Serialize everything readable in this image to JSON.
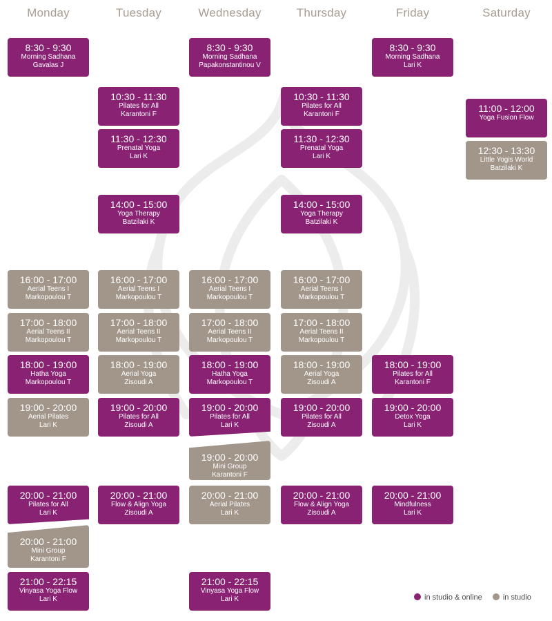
{
  "days": [
    "Monday",
    "Tuesday",
    "Wednesday",
    "Thursday",
    "Friday",
    "Saturday"
  ],
  "classes": [
    {
      "day": 0,
      "row": "r830",
      "time": "8:30 - 9:30",
      "name": "Morning Sadhana",
      "instructor": "Gavalas J",
      "mode": "studio_online"
    },
    {
      "day": 2,
      "row": "r830",
      "time": "8:30 - 9:30",
      "name": "Morning Sadhana",
      "instructor": "Papakonstantinou V",
      "mode": "studio_online"
    },
    {
      "day": 4,
      "row": "r830",
      "time": "8:30 - 9:30",
      "name": "Morning Sadhana",
      "instructor": "Lari K",
      "mode": "studio_online"
    },
    {
      "day": 1,
      "row": "r1030",
      "time": "10:30 - 11:30",
      "name": "Pilates for All",
      "instructor": "Karantoni F",
      "mode": "studio_online"
    },
    {
      "day": 3,
      "row": "r1030",
      "time": "10:30 - 11:30",
      "name": "Pilates for All",
      "instructor": "Karantoni F",
      "mode": "studio_online"
    },
    {
      "day": 5,
      "row": "r1100",
      "time": "11:00 - 12:00",
      "name": "Yoga Fusion Flow",
      "instructor": "",
      "mode": "studio_online"
    },
    {
      "day": 1,
      "row": "r1130",
      "time": "11:30 - 12:30",
      "name": "Prenatal Yoga",
      "instructor": "Lari K",
      "mode": "studio_online"
    },
    {
      "day": 3,
      "row": "r1130",
      "time": "11:30 - 12:30",
      "name": "Prenatal Yoga",
      "instructor": "Lari K",
      "mode": "studio_online"
    },
    {
      "day": 5,
      "row": "r1230",
      "time": "12:30 - 13:30",
      "name": "Little Yogis World",
      "instructor": "Batzilaki K",
      "mode": "studio"
    },
    {
      "day": 1,
      "row": "r1400",
      "time": "14:00 - 15:00",
      "name": "Yoga Therapy",
      "instructor": "Batzilaki K",
      "mode": "studio_online"
    },
    {
      "day": 3,
      "row": "r1400",
      "time": "14:00 - 15:00",
      "name": "Yoga Therapy",
      "instructor": "Batzilaki K",
      "mode": "studio_online"
    },
    {
      "day": 0,
      "row": "r1600",
      "time": "16:00 - 17:00",
      "name": "Aerial Teens I",
      "instructor": "Markopoulou T",
      "mode": "studio"
    },
    {
      "day": 1,
      "row": "r1600",
      "time": "16:00 - 17:00",
      "name": "Aerial Teens I",
      "instructor": "Markopoulou T",
      "mode": "studio"
    },
    {
      "day": 2,
      "row": "r1600",
      "time": "16:00 - 17:00",
      "name": "Aerial Teens I",
      "instructor": "Markopoulou T",
      "mode": "studio"
    },
    {
      "day": 3,
      "row": "r1600",
      "time": "16:00 - 17:00",
      "name": "Aerial Teens I",
      "instructor": "Markopoulou T",
      "mode": "studio"
    },
    {
      "day": 0,
      "row": "r1700",
      "time": "17:00 - 18:00",
      "name": "Aerial Teens II",
      "instructor": "Markopoulou T",
      "mode": "studio"
    },
    {
      "day": 1,
      "row": "r1700",
      "time": "17:00 - 18:00",
      "name": "Aerial Teens II",
      "instructor": "Markopoulou T",
      "mode": "studio"
    },
    {
      "day": 2,
      "row": "r1700",
      "time": "17:00 - 18:00",
      "name": "Aerial Teens II",
      "instructor": "Markopoulou T",
      "mode": "studio"
    },
    {
      "day": 3,
      "row": "r1700",
      "time": "17:00 - 18:00",
      "name": "Aerial Teens II",
      "instructor": "Markopoulou T",
      "mode": "studio"
    },
    {
      "day": 0,
      "row": "r1800",
      "time": "18:00 - 19:00",
      "name": "Hatha Yoga",
      "instructor": "Markopoulou T",
      "mode": "studio_online"
    },
    {
      "day": 1,
      "row": "r1800",
      "time": "18:00 - 19:00",
      "name": "Aerial Yoga",
      "instructor": "Zisoudi A",
      "mode": "studio"
    },
    {
      "day": 2,
      "row": "r1800",
      "time": "18:00 - 19:00",
      "name": "Hatha Yoga",
      "instructor": "Markopoulou T",
      "mode": "studio_online"
    },
    {
      "day": 3,
      "row": "r1800",
      "time": "18:00 - 19:00",
      "name": "Aerial Yoga",
      "instructor": "Zisoudi A",
      "mode": "studio"
    },
    {
      "day": 4,
      "row": "r1800",
      "time": "18:00 - 19:00",
      "name": "Pilates for All",
      "instructor": "Karantoni F",
      "mode": "studio_online"
    },
    {
      "day": 0,
      "row": "r1900",
      "time": "19:00 - 20:00",
      "name": "Aerial Pilates",
      "instructor": "Lari K",
      "mode": "studio"
    },
    {
      "day": 1,
      "row": "r1900",
      "time": "19:00 - 20:00",
      "name": "Pilates for All",
      "instructor": "Zisoudi A",
      "mode": "studio_online"
    },
    {
      "day": 2,
      "row": "r1900",
      "time": "19:00 - 20:00",
      "name": "Pilates for All",
      "instructor": "Lari K",
      "mode": "studio_online",
      "shape": "split-top"
    },
    {
      "day": 3,
      "row": "r1900",
      "time": "19:00 - 20:00",
      "name": "Pilates for All",
      "instructor": "Zisoudi A",
      "mode": "studio_online"
    },
    {
      "day": 4,
      "row": "r1900",
      "time": "19:00 - 20:00",
      "name": "Detox Yoga",
      "instructor": "Lari K",
      "mode": "studio_online"
    },
    {
      "day": 2,
      "row": "r1900b",
      "time": "19:00 - 20:00",
      "name": "Mini Group",
      "instructor": "Karantoni F",
      "mode": "studio",
      "shape": "split-bottom"
    },
    {
      "day": 0,
      "row": "r2000",
      "time": "20:00 - 21:00",
      "name": "Pilates for All",
      "instructor": "Lari K",
      "mode": "studio_online",
      "shape": "split-top"
    },
    {
      "day": 1,
      "row": "r2000",
      "time": "20:00 - 21:00",
      "name": "Flow & Align Yoga",
      "instructor": "Zisoudi A",
      "mode": "studio_online"
    },
    {
      "day": 2,
      "row": "r2000",
      "time": "20:00 - 21:00",
      "name": "Aerial Pilates",
      "instructor": "Lari K",
      "mode": "studio"
    },
    {
      "day": 3,
      "row": "r2000",
      "time": "20:00 - 21:00",
      "name": "Flow & Align Yoga",
      "instructor": "Zisoudi A",
      "mode": "studio_online"
    },
    {
      "day": 4,
      "row": "r2000",
      "time": "20:00 - 21:00",
      "name": "Mindfulness",
      "instructor": "Lari K",
      "mode": "studio_online"
    },
    {
      "day": 0,
      "row": "r2000b",
      "time": "20:00 - 21:00",
      "name": "Mini Group",
      "instructor": "Karantoni F",
      "mode": "studio",
      "shape": "split-bottom"
    },
    {
      "day": 0,
      "row": "r2100",
      "time": "21:00 - 22:15",
      "name": "Vinyasa Yoga Flow",
      "instructor": "Lari K",
      "mode": "studio_online"
    },
    {
      "day": 2,
      "row": "r2100",
      "time": "21:00 - 22:15",
      "name": "Vinyasa Yoga Flow",
      "instructor": "Lari K",
      "mode": "studio_online"
    }
  ],
  "legend": {
    "studio_online": {
      "label": "in studio & online",
      "color": "#8a2273"
    },
    "studio": {
      "label": "in studio",
      "color": "#a2968b"
    }
  },
  "colors": {
    "purple": "#8a2273",
    "grey": "#a2968b",
    "day_header": "#a89d92"
  },
  "icons": {
    "watermark": "lotus-watermark-icon",
    "legend_dot": "dot-icon"
  }
}
